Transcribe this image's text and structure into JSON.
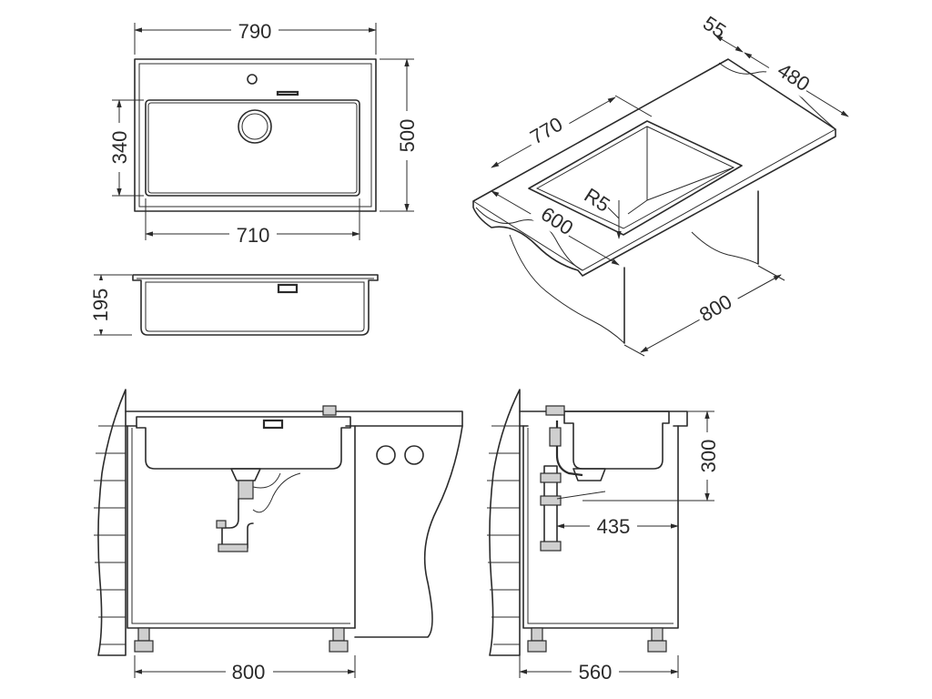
{
  "colors": {
    "line": "#2b2b2b",
    "fill": "#cfcfcf",
    "background": "#ffffff"
  },
  "dimensions": {
    "top_width": "790",
    "top_height": "500",
    "bowl_height": "340",
    "bowl_width": "710",
    "depth": "195",
    "iso_back_flange": "55",
    "iso_width": "480",
    "iso_length": "770",
    "iso_radius": "R5",
    "iso_bowl": "600",
    "iso_cabinet": "800",
    "front_cabinet": "800",
    "side_cabinet": "560",
    "side_height": "300",
    "side_drain": "435"
  }
}
